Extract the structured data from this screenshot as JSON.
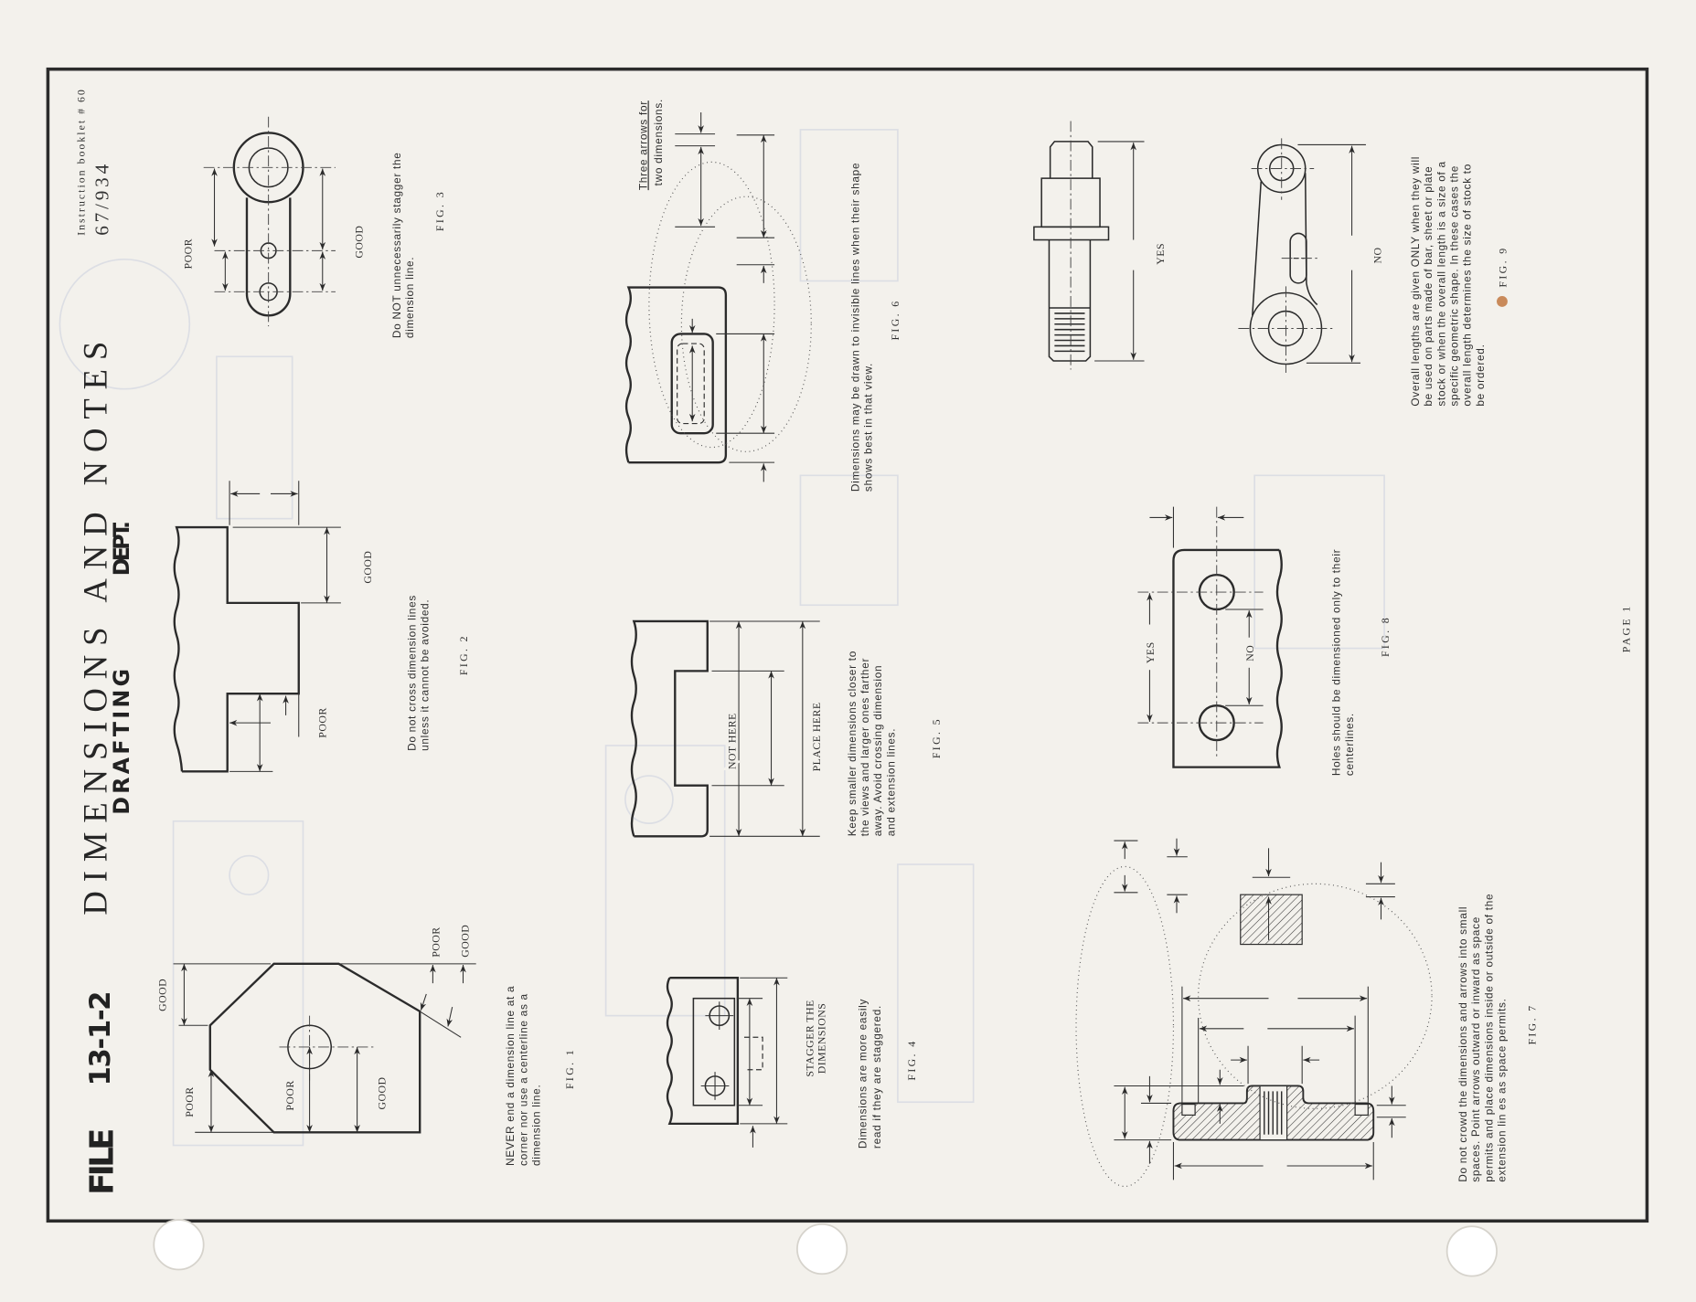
{
  "colors": {
    "paper": "#f3f1ec",
    "ink": "#2b2b2b",
    "punch_hole": "#ffffff",
    "marker_dot": "#c98a5a"
  },
  "header": {
    "file_label": "FILE",
    "file_number": "13-1-2",
    "title": "DIMENSIONS AND NOTES",
    "dept_line1": "DRAFTING",
    "dept_line2": "DEPT.",
    "booklet": "Instruction booklet # 60",
    "booklet_number": "67/934"
  },
  "fig1": {
    "label": "FIG.  1",
    "caption": [
      "NEVER end a dimension line at a",
      "corner nor use a centerline as a",
      "dimension line."
    ],
    "labels": [
      "GOOD",
      "POOR",
      "POOR",
      "GOOD",
      "POOR",
      "GOOD"
    ]
  },
  "fig2": {
    "label": "FIG.  2",
    "caption": [
      "Do not cross dimension lines",
      "unless it cannot be avoided."
    ],
    "labels": [
      "POOR",
      "GOOD"
    ]
  },
  "fig3": {
    "label": "FIG.  3",
    "caption": [
      "Do NOT unnecessarily stagger the",
      "dimension line."
    ],
    "labels": [
      "POOR",
      "GOOD"
    ]
  },
  "fig4": {
    "label": "FIG.  4",
    "caption": [
      "Dimensions are more easily",
      "read if they are staggered."
    ],
    "labels": [
      "STAGGER THE",
      "DIMENSIONS"
    ]
  },
  "fig5": {
    "label": "FIG.  5",
    "caption": [
      "Keep smaller dimensions closer to",
      "the views and larger ones farther",
      "away. Avoid crossing dimension",
      "and extension lines."
    ],
    "labels": [
      "NOT HERE",
      "PLACE HERE"
    ]
  },
  "fig6": {
    "label": "FIG.  6",
    "caption": [
      "Dimensions may be drawn to invisible lines when their shape",
      "shows best in that view."
    ],
    "note": [
      "Three arrows for",
      "two dimensions."
    ]
  },
  "fig7": {
    "label": "FIG.  7",
    "caption": [
      "Do not crowd the dimensions and arrows into small",
      "spaces.  Point arrows outward or inward as space",
      "permits and place dimensions inside or outside of the",
      "extension lin es as space permits."
    ]
  },
  "fig8": {
    "label": "FIG.  8",
    "caption": [
      "Holes should be dimensioned only to their",
      "centerlines."
    ],
    "labels": [
      "YES",
      "NO"
    ]
  },
  "fig9": {
    "label": "FIG.  9",
    "caption": [
      "Overall lengths are given ONLY when they will",
      "be used on parts made of bar, sheet or plate",
      "stock or when the overall length is a size of a",
      "specific geometric shape.  In these cases the",
      "overall length determines the size of stock to",
      "be ordered."
    ],
    "labels": [
      "YES",
      "NO"
    ]
  },
  "footer": {
    "page": "PAGE 1"
  }
}
